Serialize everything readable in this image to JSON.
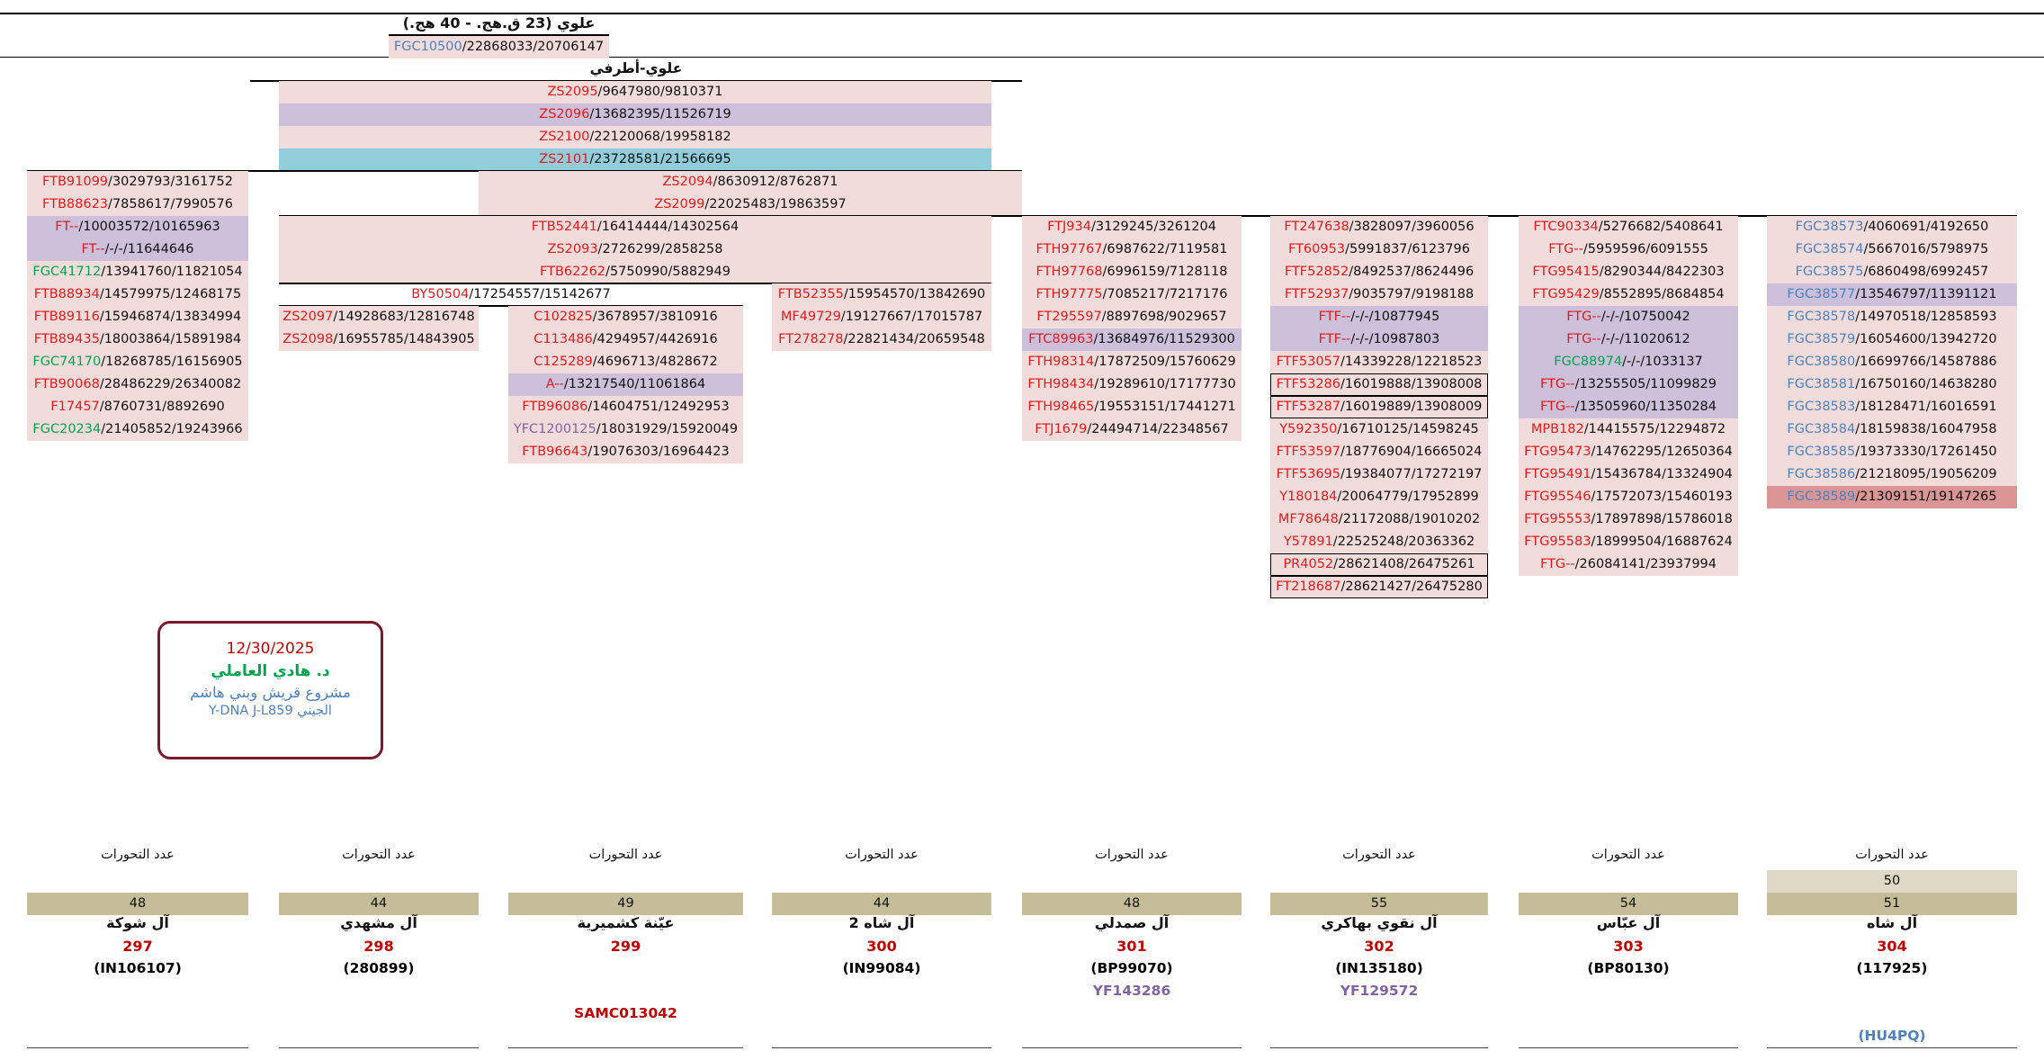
{
  "header": {
    "title": "علوي (23 ق.هج. - 40 هج.)",
    "root_snp": {
      "name": "FGC10500",
      "pos": "22868033/20706147"
    },
    "subtitle": "علوي-أطرفي"
  },
  "trunk": [
    {
      "name": "ZS2095",
      "pos": "9647980/9810371",
      "bg": "pink"
    },
    {
      "name": "ZS2096",
      "pos": "13682395/11526719",
      "bg": "lav"
    },
    {
      "name": "ZS2100",
      "pos": "22120068/19958182",
      "bg": "pink"
    },
    {
      "name": "ZS2101",
      "pos": "23728581/21566695",
      "bg": "blue"
    }
  ],
  "left_branch": [
    {
      "name": "ZS2094",
      "pos": "8630912/8762871"
    },
    {
      "name": "ZS2099",
      "pos": "22025483/19863597"
    }
  ],
  "mid_branch": [
    {
      "name": "FTB52441",
      "pos": "16414444/14302564"
    },
    {
      "name": "ZS2093",
      "pos": "2726299/2858258"
    },
    {
      "name": "FTB62262",
      "pos": "5750990/5882949"
    }
  ],
  "by_branch": {
    "name": "BY50504",
    "pos": "17254557/15142677"
  },
  "col1": [
    {
      "name": "FTB91099",
      "pos": "3029793/3161752",
      "c": "r",
      "bg": "pink"
    },
    {
      "name": "FTB88623",
      "pos": "7858617/7990576",
      "c": "r",
      "bg": "pink"
    },
    {
      "name": "FT--",
      "pos": "10003572/10165963",
      "c": "r",
      "bg": "lav"
    },
    {
      "name": "FT--",
      "pos": "-/-/11644646",
      "c": "r",
      "bg": "lav"
    },
    {
      "name": "FGC41712",
      "pos": "13941760/11821054",
      "c": "g",
      "bg": "pink"
    },
    {
      "name": "FTB88934",
      "pos": "14579975/12468175",
      "c": "r",
      "bg": "pink"
    },
    {
      "name": "FTB89116",
      "pos": "15946874/13834994",
      "c": "r",
      "bg": "pink"
    },
    {
      "name": "FTB89435",
      "pos": "18003864/15891984",
      "c": "r",
      "bg": "pink"
    },
    {
      "name": "FGC74170",
      "pos": "18268785/16156905",
      "c": "g",
      "bg": "pink"
    },
    {
      "name": "FTB90068",
      "pos": "28486229/26340082",
      "c": "r",
      "bg": "pink"
    },
    {
      "name": "F17457",
      "pos": "8760731/8892690",
      "c": "r",
      "bg": "pink"
    },
    {
      "name": "FGC20234",
      "pos": "21405852/19243966",
      "c": "g",
      "bg": "pink"
    }
  ],
  "col2": [
    {
      "name": "ZS2097",
      "pos": "14928683/12816748"
    },
    {
      "name": "ZS2098",
      "pos": "16955785/14843905"
    }
  ],
  "col3": [
    {
      "name": "C102825",
      "pos": "3678957/3810916",
      "c": "r",
      "bg": "pink"
    },
    {
      "name": "C113486",
      "pos": "4294957/4426916",
      "c": "r",
      "bg": "pink"
    },
    {
      "name": "C125289",
      "pos": "4696713/4828672",
      "c": "r",
      "bg": "pink"
    },
    {
      "name": "A--",
      "pos": "/13217540/11061864",
      "c": "r",
      "bg": "lav"
    },
    {
      "name": "FTB96086",
      "pos": "14604751/12492953",
      "c": "r",
      "bg": "pink"
    },
    {
      "name": "YFC1200125",
      "pos": "18031929/15920049",
      "c": "p",
      "bg": "pink"
    },
    {
      "name": "FTB96643",
      "pos": "19076303/16964423",
      "c": "r",
      "bg": "pink"
    }
  ],
  "col4": [
    {
      "name": "FTB52355",
      "pos": "15954570/13842690"
    },
    {
      "name": "MF49729",
      "pos": "19127667/17015787"
    },
    {
      "name": "FT278278",
      "pos": "22821434/20659548"
    }
  ],
  "col5": [
    {
      "name": "FTJ934",
      "pos": "3129245/3261204",
      "bg": "pink"
    },
    {
      "name": "FTH97767",
      "pos": "6987622/7119581",
      "bg": "pink"
    },
    {
      "name": "FTH97768",
      "pos": "6996159/7128118",
      "bg": "pink"
    },
    {
      "name": "FTH97775",
      "pos": "7085217/7217176",
      "bg": "pink"
    },
    {
      "name": "FT295597",
      "pos": "8897698/9029657",
      "bg": "pink"
    },
    {
      "name": "FTC89963",
      "pos": "13684976/11529300",
      "bg": "lav"
    },
    {
      "name": "FTH98314",
      "pos": "17872509/15760629",
      "bg": "pink"
    },
    {
      "name": "FTH98434",
      "pos": "19289610/17177730",
      "bg": "pink"
    },
    {
      "name": "FTH98465",
      "pos": "19553151/17441271",
      "bg": "pink"
    },
    {
      "name": "FTJ1679",
      "pos": "24494714/22348567",
      "bg": "pink"
    }
  ],
  "col6": [
    {
      "name": "FT247638",
      "pos": "3828097/3960056",
      "bg": "pink"
    },
    {
      "name": "FT60953",
      "pos": "5991837/6123796",
      "bg": "pink"
    },
    {
      "name": "FTF52852",
      "pos": "8492537/8624496",
      "bg": "pink"
    },
    {
      "name": "FTF52937",
      "pos": "9035797/9198188",
      "bg": "pink"
    },
    {
      "name": "FTF--",
      "pos": "-/-/10877945",
      "bg": "lav"
    },
    {
      "name": "FTF--",
      "pos": "-/-/10987803",
      "bg": "lav"
    },
    {
      "name": "FTF53057",
      "pos": "14339228/12218523",
      "bg": "pink"
    },
    {
      "name": "FTF53286",
      "pos": "16019888/13908008",
      "bg": "pink",
      "box": true
    },
    {
      "name": "FTF53287",
      "pos": "16019889/13908009",
      "bg": "pink",
      "box": true
    },
    {
      "name": "Y592350",
      "pos": "16710125/14598245",
      "bg": "pink"
    },
    {
      "name": "FTF53597",
      "pos": "18776904/16665024",
      "bg": "pink"
    },
    {
      "name": "FTF53695",
      "pos": "19384077/17272197",
      "bg": "pink"
    },
    {
      "name": "Y180184",
      "pos": "20064779/17952899",
      "bg": "pink"
    },
    {
      "name": "MF78648",
      "pos": "21172088/19010202",
      "bg": "pink"
    },
    {
      "name": "Y57891",
      "pos": "22525248/20363362",
      "bg": "pink"
    },
    {
      "name": "PR4052",
      "pos": "28621408/26475261",
      "bg": "pink",
      "box": true
    },
    {
      "name": "FT218687",
      "pos": "28621427/26475280",
      "bg": "pink",
      "box": true
    }
  ],
  "col7": [
    {
      "name": "FTC90334",
      "pos": "5276682/5408641",
      "c": "r",
      "bg": "pink"
    },
    {
      "name": "FTG--",
      "pos": "5959596/6091555",
      "c": "r",
      "bg": "pink"
    },
    {
      "name": "FTG95415",
      "pos": "8290344/8422303",
      "c": "r",
      "bg": "pink"
    },
    {
      "name": "FTG95429",
      "pos": "8552895/8684854",
      "c": "r",
      "bg": "pink"
    },
    {
      "name": "FTG--",
      "pos": "-/-/10750042",
      "c": "r",
      "bg": "lav"
    },
    {
      "name": "FTG--",
      "pos": "-/-/11020612",
      "c": "r",
      "bg": "lav"
    },
    {
      "name": "FGC88974",
      "pos": "-/-/1033137",
      "c": "g",
      "bg": "lav"
    },
    {
      "name": "FTG--",
      "pos": "13255505/11099829",
      "c": "r",
      "bg": "lav"
    },
    {
      "name": "FTG--",
      "pos": "13505960/11350284",
      "c": "r",
      "bg": "lav"
    },
    {
      "name": "MPB182",
      "pos": "14415575/12294872",
      "c": "r",
      "bg": "pink"
    },
    {
      "name": "FTG95473",
      "pos": "14762295/12650364",
      "c": "r",
      "bg": "pink"
    },
    {
      "name": "FTG95491",
      "pos": "15436784/13324904",
      "c": "r",
      "bg": "pink"
    },
    {
      "name": "FTG95546",
      "pos": "17572073/15460193",
      "c": "r",
      "bg": "pink"
    },
    {
      "name": "FTG95553",
      "pos": "17897898/15786018",
      "c": "r",
      "bg": "pink"
    },
    {
      "name": "FTG95583",
      "pos": "18999504/16887624",
      "c": "r",
      "bg": "pink"
    },
    {
      "name": "FTG--",
      "pos": "26084141/23937994",
      "c": "r",
      "bg": "pink"
    }
  ],
  "col8": [
    {
      "name": "FGC38573",
      "pos": "4060691/4192650",
      "bg": "pink"
    },
    {
      "name": "FGC38574",
      "pos": "5667016/5798975",
      "bg": "pink"
    },
    {
      "name": "FGC38575",
      "pos": "6860498/6992457",
      "bg": "pink"
    },
    {
      "name": "FGC38577",
      "pos": "13546797/11391121",
      "bg": "lav"
    },
    {
      "name": "FGC38578",
      "pos": "14970518/12858593",
      "bg": "pink"
    },
    {
      "name": "FGC38579",
      "pos": "16054600/13942720",
      "bg": "pink"
    },
    {
      "name": "FGC38580",
      "pos": "16699766/14587886",
      "bg": "pink"
    },
    {
      "name": "FGC38581",
      "pos": "16750160/14638280",
      "bg": "pink"
    },
    {
      "name": "FGC38583",
      "pos": "18128471/16016591",
      "bg": "pink"
    },
    {
      "name": "FGC38584",
      "pos": "18159838/16047958",
      "bg": "pink"
    },
    {
      "name": "FGC38585",
      "pos": "19373330/17261450",
      "bg": "pink"
    },
    {
      "name": "FGC38586",
      "pos": "21218095/19056209",
      "bg": "pink"
    },
    {
      "name": "FGC38589",
      "pos": "21309151/19147265",
      "bg": "red"
    }
  ],
  "stamp": {
    "date": "12/30/2025",
    "author": "د. هادي العاملي",
    "project": "مشروع قريش وبني هاشم",
    "sub": "Y-DNA J-L859 الجيني"
  },
  "mutations_label": "عدد التحورات",
  "families": [
    {
      "count": "48",
      "name": "آل شوكة",
      "num": "297",
      "kit": "(IN106107)"
    },
    {
      "count": "44",
      "name": "آل مشهدي",
      "num": "298",
      "kit": "(280899)"
    },
    {
      "count": "49",
      "name": "عيّنة كشميرية",
      "num": "299",
      "kit": "",
      "kit3": "SAMC013042"
    },
    {
      "count": "44",
      "name": "آل شاه 2",
      "num": "300",
      "kit": "(IN99084)"
    },
    {
      "count": "48",
      "name": "آل صمدلي",
      "num": "301",
      "kit": "(BP99070)",
      "kit2": "YF143286"
    },
    {
      "count": "55",
      "name": "آل نقوي بهاكري",
      "num": "302",
      "kit": "(IN135180)",
      "kit2": "YF129572"
    },
    {
      "count": "54",
      "name": "آل عبّاس",
      "num": "303",
      "kit": "(BP80130)"
    },
    {
      "count": "51",
      "count2": "50",
      "name": "آل شاه",
      "num": "304",
      "kit": "(117925)",
      "kit4": "(HU4PQ)"
    }
  ]
}
